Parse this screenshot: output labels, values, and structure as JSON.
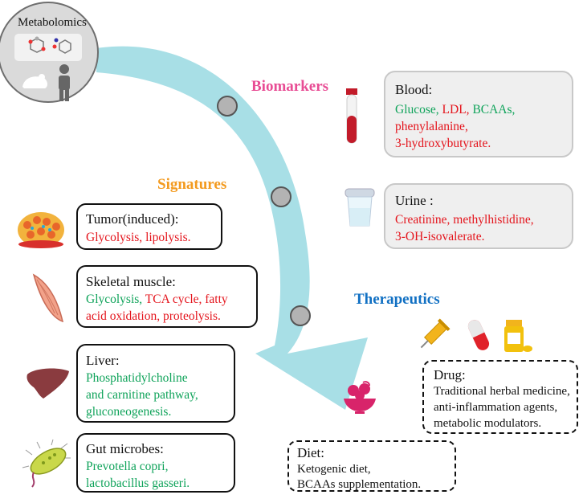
{
  "center": {
    "label": "Metabolomics"
  },
  "headings": {
    "biomarkers": "Biomarkers",
    "signatures": "Signatures",
    "therapeutics": "Therapeutics"
  },
  "colors": {
    "biomarkers": "#e84c94",
    "signatures": "#f39a1e",
    "therapeutics": "#1170c3",
    "green_text": "#0fa35a",
    "red_text": "#e4141c",
    "arrow": "#a8dfe6"
  },
  "biomarkers": {
    "blood": {
      "title": "Blood:",
      "items": [
        "Glucose,",
        "LDL,",
        "BCAAs,",
        "phenylalanine,",
        "3-hydroxybutyrate."
      ]
    },
    "urine": {
      "title": "Urine :",
      "items": [
        "Creatinine, methylhistidine,",
        "3-OH-isovalerate."
      ]
    }
  },
  "signatures": {
    "tumor": {
      "title": "Tumor(induced):",
      "items": [
        "Glycolysis,",
        "lipolysis."
      ]
    },
    "muscle": {
      "title": "Skeletal muscle:",
      "items": [
        "Glycolysis,",
        "TCA cycle,",
        "fatty",
        "acid oxidation,",
        "proteolysis."
      ]
    },
    "liver": {
      "title": "Liver:",
      "items": [
        "Phosphatidylcholine",
        "and carnitine pathway,",
        "gluconeogenesis."
      ]
    },
    "gut": {
      "title": "Gut microbes:",
      "items": [
        "Prevotella copri,",
        "lactobacillus gasseri."
      ]
    }
  },
  "therapeutics": {
    "drug": {
      "title": "Drug:",
      "items": [
        "Traditional herbal medicine,",
        "anti-inflammation agents,",
        "metabolic modulators."
      ]
    },
    "diet": {
      "title": "Diet:",
      "items": [
        "Ketogenic diet,",
        "BCAAs supplementation."
      ]
    }
  }
}
